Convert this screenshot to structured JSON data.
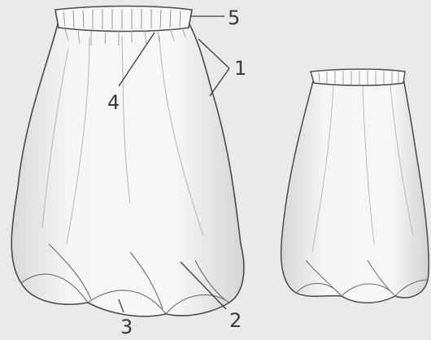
{
  "callouts": {
    "c1": "1",
    "c2": "2",
    "c3": "3",
    "c4": "4",
    "c5": "5"
  },
  "colors": {
    "background": "#e9e9e9",
    "fabric": "#f6f6f6",
    "shadow": "#c9c9c9",
    "line": "#4a4a4a"
  }
}
